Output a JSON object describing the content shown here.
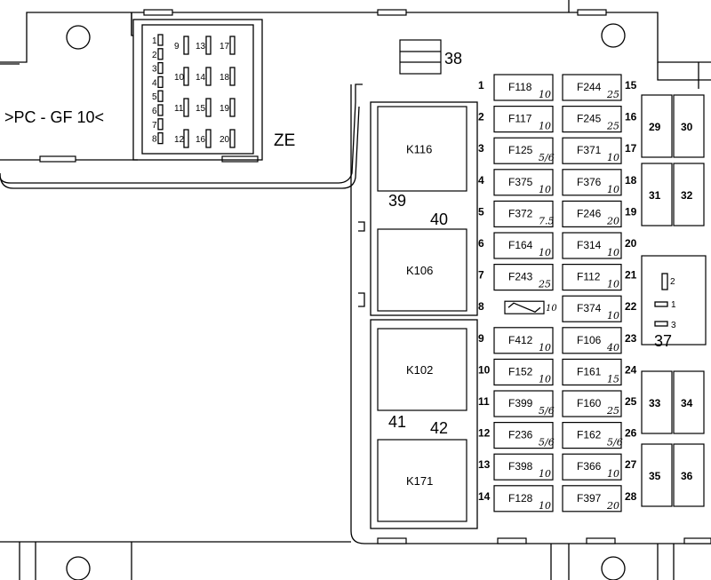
{
  "connector_label": ">PC - GF 10<",
  "block_label": "ZE",
  "small_pins": {
    "left": [
      "1",
      "2",
      "3",
      "4",
      "5",
      "6",
      "7",
      "8"
    ],
    "mid": [
      "9",
      "10",
      "11",
      "12"
    ],
    "mid2": [
      "13",
      "14",
      "15",
      "16"
    ],
    "right": [
      "17",
      "18",
      "19",
      "20"
    ]
  },
  "relays": [
    {
      "name": "K116"
    },
    {
      "name": "K106"
    },
    {
      "name": "K102"
    },
    {
      "name": "K171"
    }
  ],
  "relay_numbers": [
    "39",
    "40",
    "41",
    "42"
  ],
  "left_fuses": [
    {
      "slot": "1",
      "name": "F118",
      "amps": "10"
    },
    {
      "slot": "2",
      "name": "F117",
      "amps": "10"
    },
    {
      "slot": "3",
      "name": "F125",
      "amps": "5/6"
    },
    {
      "slot": "4",
      "name": "F375",
      "amps": "10"
    },
    {
      "slot": "5",
      "name": "F372",
      "amps": "7.5"
    },
    {
      "slot": "6",
      "name": "F164",
      "amps": "10"
    },
    {
      "slot": "7",
      "name": "F243",
      "amps": "25"
    },
    {
      "slot": "8",
      "name": "",
      "amps": "10"
    },
    {
      "slot": "9",
      "name": "F412",
      "amps": "10"
    },
    {
      "slot": "10",
      "name": "F152",
      "amps": "10"
    },
    {
      "slot": "11",
      "name": "F399",
      "amps": "5/6"
    },
    {
      "slot": "12",
      "name": "F236",
      "amps": "5/6"
    },
    {
      "slot": "13",
      "name": "F398",
      "amps": "10"
    },
    {
      "slot": "14",
      "name": "F128",
      "amps": "10"
    }
  ],
  "right_fuses": [
    {
      "slot": "15",
      "name": "F244",
      "amps": "25"
    },
    {
      "slot": "16",
      "name": "F245",
      "amps": "25"
    },
    {
      "slot": "17",
      "name": "F371",
      "amps": "10"
    },
    {
      "slot": "18",
      "name": "F376",
      "amps": "10"
    },
    {
      "slot": "19",
      "name": "F246",
      "amps": "20"
    },
    {
      "slot": "20",
      "name": "F314",
      "amps": "10"
    },
    {
      "slot": "21",
      "name": "F112",
      "amps": "10"
    },
    {
      "slot": "22",
      "name": "F374",
      "amps": "10"
    },
    {
      "slot": "23",
      "name": "F106",
      "amps": "40"
    },
    {
      "slot": "24",
      "name": "F161",
      "amps": "15"
    },
    {
      "slot": "25",
      "name": "F160",
      "amps": "25"
    },
    {
      "slot": "26",
      "name": "F162",
      "amps": "5/6"
    },
    {
      "slot": "27",
      "name": "F366",
      "amps": "10"
    },
    {
      "slot": "28",
      "name": "F397",
      "amps": "20"
    }
  ],
  "big_relays": [
    "29",
    "30",
    "31",
    "32",
    "33",
    "34",
    "35",
    "36"
  ],
  "diode_block": {
    "label": "37",
    "pins": [
      "2",
      "1",
      "3"
    ]
  },
  "top_block_label": "38"
}
